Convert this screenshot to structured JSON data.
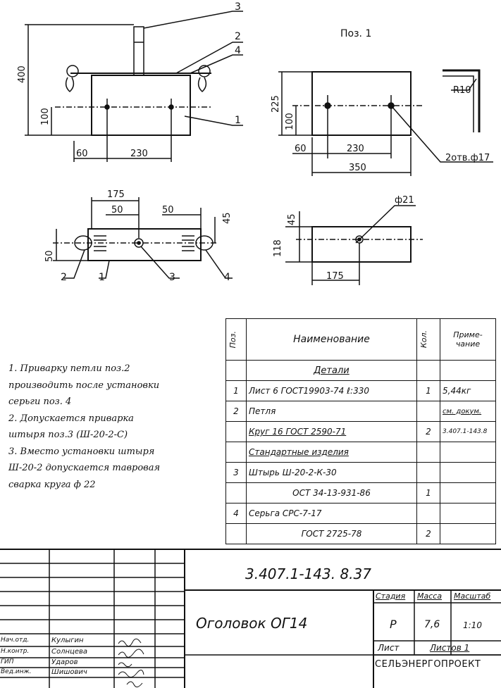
{
  "drawing": {
    "top_left": {
      "dims": [
        "400",
        "100",
        "60",
        "230"
      ],
      "callouts": [
        "3",
        "2",
        "4",
        "1"
      ]
    },
    "pos1": {
      "title": "Поз. 1",
      "dims": [
        "225",
        "100",
        "60",
        "230",
        "350"
      ],
      "radius_label": "R10",
      "holes_label": "2отв.ф17"
    },
    "plan_view": {
      "dims": [
        "175",
        "50",
        "50",
        "45",
        "50"
      ],
      "callouts": [
        "2",
        "1",
        "3",
        "4"
      ]
    },
    "pos1_side": {
      "dims": [
        "45",
        "118",
        "175"
      ],
      "hole_label": "ф21"
    }
  },
  "notes": [
    "1. Приварку петли поз.2",
    "производить после установки",
    "серьги поз. 4",
    "2. Допускается приварка",
    "штыря поз.3 (Ш-20-2-С)",
    "3. Вместо установки штыря",
    "Ш-20-2 допускается тавровая",
    "сварка круга ф 22"
  ],
  "spec_table": {
    "headers": [
      "Поз.",
      "Наименование",
      "Кол.",
      "Приме-чание"
    ],
    "rows": [
      {
        "pos": "",
        "name": "Детали",
        "qty": "",
        "note": "",
        "section": true
      },
      {
        "pos": "1",
        "name": "Лист 6 ГОСТ19903-74 ℓ:330",
        "qty": "1",
        "note": "5,44кг"
      },
      {
        "pos": "2",
        "name": "Петля",
        "qty": "",
        "note": "см. докум."
      },
      {
        "pos": "",
        "name": "Круг 16 ГОСТ 2590-71",
        "qty": "2",
        "note": "3.407.1-143.8"
      },
      {
        "pos": "",
        "name": "Стандартные изделия",
        "qty": "",
        "note": "",
        "section": true
      },
      {
        "pos": "3",
        "name": "Штырь Ш-20-2-К-30",
        "qty": "",
        "note": ""
      },
      {
        "pos": "",
        "name": "ОСТ 34-13-931-86",
        "qty": "1",
        "note": ""
      },
      {
        "pos": "4",
        "name": "Серьга СРС-7-17",
        "qty": "",
        "note": ""
      },
      {
        "pos": "",
        "name": "ГОСТ 2725-78",
        "qty": "2",
        "note": ""
      }
    ]
  },
  "title_block": {
    "doc_code": "3.407.1-143. 8.37",
    "title": "Оголовок ОГ14",
    "stage_label": "Стадия",
    "mass_label": "Масса",
    "scale_label": "Масштаб",
    "stage": "Р",
    "mass": "7,6",
    "scale": "1:10",
    "sheet_label": "Лист",
    "sheets_label": "Листов 1",
    "org": "СЕЛЬЭНЕРГОПРОЕКТ",
    "roles": [
      "Нач.отд.",
      "Н.контр.",
      "ГИП",
      "Вед.инж."
    ],
    "names": [
      "Кулыгин",
      "Солнцева",
      "Удаpов",
      "Шишович"
    ]
  }
}
